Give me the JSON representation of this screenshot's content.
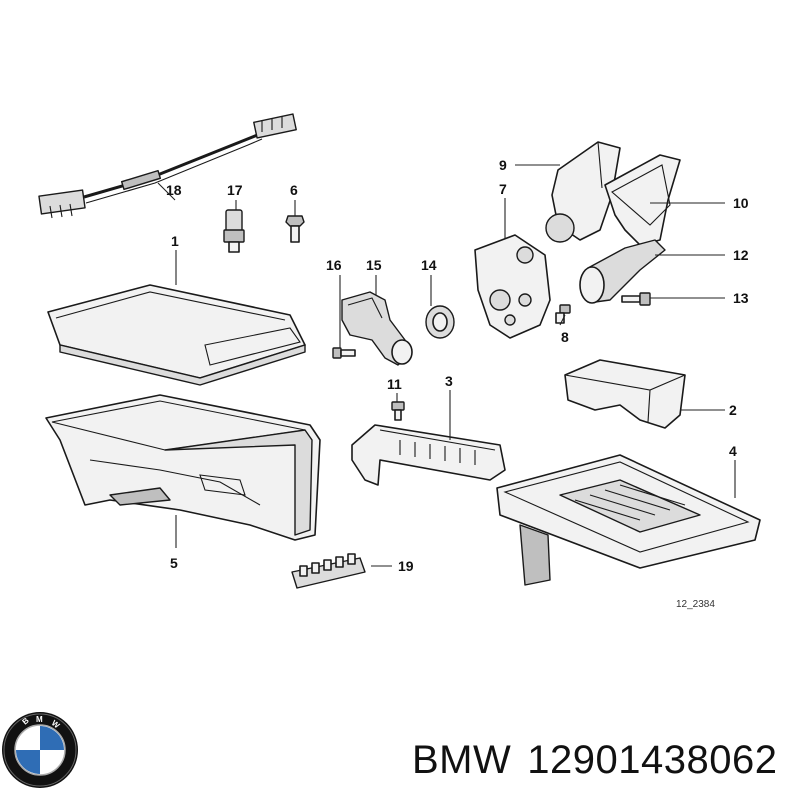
{
  "diagram": {
    "callouts": [
      "1",
      "2",
      "3",
      "4",
      "5",
      "6",
      "7",
      "8",
      "9",
      "10",
      "11",
      "12",
      "13",
      "14",
      "15",
      "16",
      "17",
      "18",
      "19"
    ],
    "reference_code": "12_2384"
  },
  "brand": {
    "name": "BMW",
    "part_number": "12901438062",
    "logo_letters": "BMW",
    "colors": {
      "blue": "#2f6db5",
      "black": "#111111",
      "white": "#ffffff"
    }
  }
}
